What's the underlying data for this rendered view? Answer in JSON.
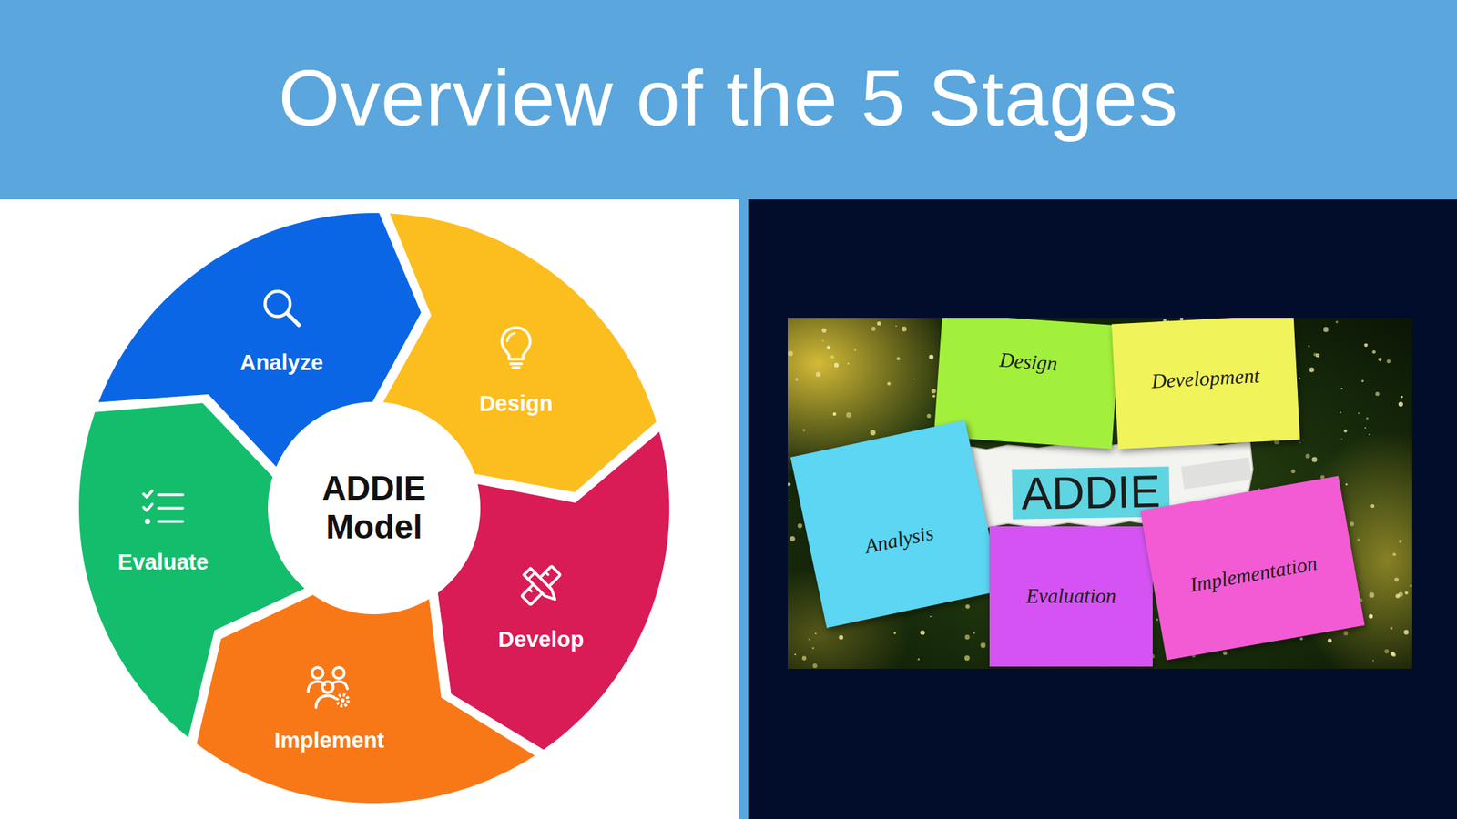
{
  "diagram": {
    "title": "Overview of the 5 Stages",
    "nodes": [
      {
        "text": [
          "Analyze"
        ]
      },
      {
        "text": [
          "Design"
        ]
      },
      {
        "text": [
          "Develop"
        ]
      },
      {
        "text": [
          "Implement"
        ]
      },
      {
        "text": [
          "Evaluate"
        ]
      },
      {
        "text": [
          "ADDIE Model"
        ]
      },
      {
        "text": [
          "Design"
        ]
      },
      {
        "text": [
          "Development"
        ]
      },
      {
        "text": [
          "ADDIE"
        ]
      },
      {
        "text": [
          "Analysis"
        ]
      },
      {
        "text": [
          "Evaluation"
        ]
      },
      {
        "text": [
          "Implementation"
        ]
      }
    ]
  }
}
